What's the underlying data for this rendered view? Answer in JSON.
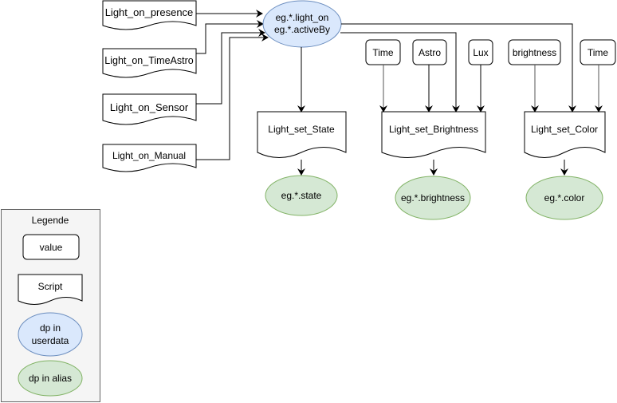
{
  "diagram": {
    "triggers": [
      {
        "id": "presence",
        "label": "Light_on_presence"
      },
      {
        "id": "timeastro",
        "label": "Light_on_TimeAstro"
      },
      {
        "id": "sensor",
        "label": "Light_on_Sensor"
      },
      {
        "id": "manual",
        "label": "Light_on_Manual"
      }
    ],
    "userdata_dp": {
      "line1": "eg.*.light_on",
      "line2": "eg.*.activeBy"
    },
    "values": [
      {
        "id": "time1",
        "label": "Time"
      },
      {
        "id": "astro",
        "label": "Astro"
      },
      {
        "id": "lux",
        "label": "Lux"
      },
      {
        "id": "brightness",
        "label": "brightness"
      },
      {
        "id": "time2",
        "label": "Time"
      }
    ],
    "scripts": [
      {
        "id": "state",
        "label": "Light_set_State"
      },
      {
        "id": "brightness",
        "label": "Light_set_Brightness"
      },
      {
        "id": "color",
        "label": "Light_set_Color"
      }
    ],
    "alias_dps": [
      {
        "id": "state",
        "label": "eg.*.state"
      },
      {
        "id": "brightness",
        "label": "eg.*.brightness"
      },
      {
        "id": "color",
        "label": "eg.*.color"
      }
    ]
  },
  "legend": {
    "title": "Legende",
    "value_label": "value",
    "script_label": "Script",
    "userdata_line1": "dp in",
    "userdata_line2": "userdata",
    "alias_label": "dp in alias"
  },
  "colors": {
    "userdata_fill": "#dae8fc",
    "userdata_stroke": "#6c8ebf",
    "alias_fill": "#d5e8d4",
    "alias_stroke": "#82b366",
    "legend_fill": "#f5f5f5",
    "legend_stroke": "#666666"
  }
}
